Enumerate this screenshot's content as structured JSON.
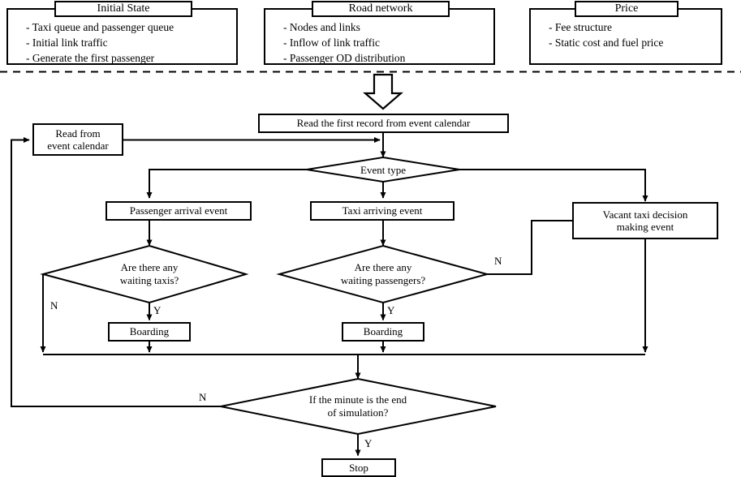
{
  "diagram": {
    "title": "Taxi simulation event-driven flowchart",
    "stroke_color": "#000000",
    "background_color": "#ffffff"
  },
  "inputs": [
    {
      "title": "Initial State",
      "items": [
        "- Taxi queue and passenger queue",
        "- Initial link traffic",
        "- Generate the first passenger"
      ]
    },
    {
      "title": "Road network",
      "items": [
        "- Nodes and links",
        "- Inflow of  link traffic",
        "- Passenger OD distribution"
      ]
    },
    {
      "title": "Price",
      "items": [
        "- Fee structure",
        "- Static cost and fuel price"
      ]
    }
  ],
  "flow": {
    "read_first_record": "Read the first record from event calendar",
    "read_from_calendar_line1": "Read from",
    "read_from_calendar_line2": "event calendar",
    "event_type": "Event type",
    "passenger_arrival_event": "Passenger arrival event",
    "taxi_arriving_event": "Taxi arriving event",
    "vacant_taxi_line1": "Vacant taxi decision",
    "vacant_taxi_line2": "making event",
    "waiting_taxis_line1": "Are there any",
    "waiting_taxis_line2": "waiting taxis?",
    "waiting_passengers_line1": "Are there any",
    "waiting_passengers_line2": "waiting passengers?",
    "boarding_left": "Boarding",
    "boarding_right": "Boarding",
    "end_check_line1": "If the minute is the end",
    "end_check_line2": "of simulation?",
    "stop": "Stop"
  },
  "edge_labels": {
    "waiting_taxis_no": "N",
    "waiting_taxis_yes": "Y",
    "waiting_passengers_no": "N",
    "waiting_passengers_yes": "Y",
    "end_check_no": "N",
    "end_check_yes": "Y"
  }
}
